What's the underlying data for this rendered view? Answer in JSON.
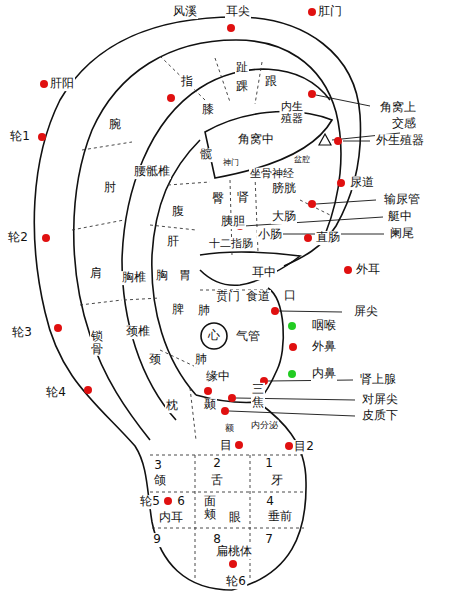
{
  "diagram": {
    "labels": [
      "风溪",
      "耳尖",
      "肛门",
      "趾",
      "跟",
      "踝",
      "指",
      "肝阳",
      "内生殖器",
      "角窝上",
      "交感",
      "外生殖器",
      "腕",
      "膝",
      "髋",
      "角窝中",
      "神门",
      "盆腔",
      "坐骨神经",
      "轮1",
      "腰骶椎",
      "臀",
      "肾",
      "膀胱",
      "尿道",
      "输尿管",
      "肘",
      "腹",
      "胰胆",
      "大肠",
      "艇中",
      "轮2",
      "十二指肠",
      "小肠",
      "阑尾",
      "肝",
      "直肠",
      "耳中",
      "胃",
      "外耳",
      "肩",
      "胸椎",
      "胸",
      "贲门",
      "食道",
      "口",
      "屏尖",
      "脾",
      "肺",
      "心",
      "气管",
      "咽喉",
      "颈椎",
      "轮3",
      "锁骨",
      "外鼻",
      "颈",
      "肺",
      "内鼻",
      "缘中",
      "肾上腺",
      "三焦",
      "轮4",
      "对屏尖",
      "枕",
      "颞",
      "皮质下",
      "额",
      "内分泌",
      "目",
      "目2",
      "3",
      "2",
      "1",
      "颌",
      "舌",
      "牙",
      "面颊",
      "4",
      "轮5",
      "6",
      "内耳",
      "眼",
      "垂前",
      "9",
      "8",
      "7",
      "扁桃体",
      "轮6"
    ]
  }
}
